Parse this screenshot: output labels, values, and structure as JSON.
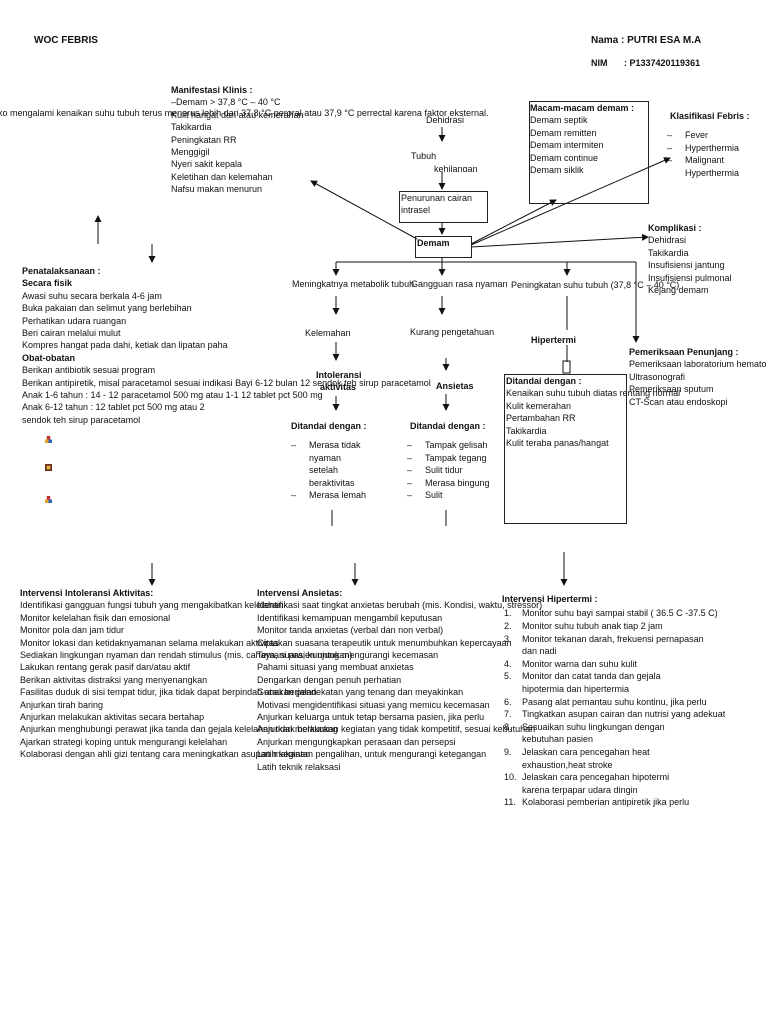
{
  "header": {
    "title": "WOC FEBRIS",
    "nama_label": "Nama : PUTRI ESA M.A",
    "nim_label": "NIM",
    "nim_value": ": P1337420119361"
  },
  "definition": "ko mengalami kenaikan suhu tubuh terus menerus lebih dari 37,8 °C peroral atau 37,9 °C perrectal karena faktor eksternal.",
  "manifestasi": {
    "title": "Manifestasi Klinis :",
    "items": [
      "–Demam > 37,8 °C – 40 °C",
      "Kulit hangat dan atau kemerahan",
      "Takikardia",
      "Peningkatan RR",
      "Menggigil",
      "Nyeri sakit kepala",
      "Keletihan dan kelemahan",
      "Nafsu makan menurun"
    ]
  },
  "flow": {
    "dehidrasi": "Dehidrasi",
    "tubuh": "Tubuh",
    "kehilangan": "kehilangan",
    "penurunan": [
      "Penurunan cairan",
      "intrasel"
    ],
    "demam": "Demam",
    "metabolik": "Meningkatnya metabolik tubuh",
    "gangguan": "Gangguan rasa nyaman",
    "peningkatan_suhu": "Peningkatan suhu tubuh (37,8 °C – 40 °C)",
    "kelemahan": "Kelemahan",
    "kurang_pengetahuan": "Kurang pengetahuan",
    "hipertermi": "Hipertermi",
    "intoleransi": [
      "Intoleransi",
      "aktivitas"
    ],
    "ansietas": "Ansietas"
  },
  "macam_demam": {
    "title": "Macam-macam demam :",
    "items": [
      "Demam septik",
      "Demam remitten",
      "Demam intermiten",
      "Demam continue",
      "Demam siklik"
    ]
  },
  "klasifikasi": {
    "title": "Klasifikasi Febris :",
    "items": [
      "Fever",
      "Hyperthermia",
      "Malignant Hyperthermia"
    ]
  },
  "komplikasi": {
    "title": "Komplikasi :",
    "items": [
      "Dehidrasi",
      "Takikardia",
      "Insufisiensi jantung",
      "Insufisiensi pulmonal",
      "Kejang demam"
    ]
  },
  "penunjang": {
    "title": "Pemeriksaan Penunjang :",
    "items": [
      "Pemeriksaan laboratorium hemato",
      "Ultrasonografi",
      "Pemeriksaan sputum",
      "CT-Scan atau endoskopi"
    ]
  },
  "penatalaksanaan": {
    "title": "Penatalaksanaan :",
    "fisik_title": "Secara fisik",
    "fisik": [
      "Awasi suhu secara berkala 4-6 jam",
      "Buka pakaian dan selimut yang berlebihan",
      "Perhatikan udara ruangan",
      "Beri cairan melalui mulut",
      "Kompres hangat pada dahi, ketiak dan lipatan paha"
    ],
    "obat_title": "Obat-obatan",
    "obat": [
      "Berikan antibiotik sesuai program",
      "Berikan antipiretik, misal paracetamol sesuai indikasi Bayi 6-12 bulan  12 sendok teh sirup paracetamol",
      "Anak 1-6 tahun : 14 - 12 paracetamol 500 mg atau 1-1 12 tablet pct 500 mg",
      "Anak 6-12 tahun : 12 tablet pct 500 mg atau 2",
      "sendok teh sirup paracetamol"
    ]
  },
  "ditandai_intoleransi": {
    "title": "Ditandai dengan :",
    "items": [
      "Merasa tidak",
      "nyaman",
      "setelah",
      "beraktivitas",
      "Merasa lemah"
    ]
  },
  "ditandai_ansietas": {
    "title": "Ditandai dengan :",
    "items": [
      "Tampak gelisah",
      "Tampak tegang",
      "Sulit tidur",
      "Merasa bingung",
      "Sulit"
    ]
  },
  "ditandai_hipertermi": {
    "title": "Ditandai dengan :",
    "items": [
      "Kenaikan suhu tubuh diatas rentang normal",
      "Kulit kemerahan",
      "Pertambahan RR",
      "Takikardia",
      "Kulit teraba panas/hangat"
    ]
  },
  "intervensi_intoleransi": {
    "title": "Intervensi Intoleransi Aktivitas:",
    "items": [
      "Identifikasi gangguan fungsi tubuh yang mengakibatkan kelelahan",
      "Monitor kelelahan fisik dan emosional",
      "Monitor pola dan jam tidur",
      "Monitor lokasi dan ketidaknyamanan selama melakukan aktivitas",
      "Sediakan lingkungan nyaman dan rendah stimulus (mis. cahaya, suara, kunjungan)",
      "Lakukan rentang gerak pasif dan/atau aktif",
      "Berikan aktivitas distraksi yang menyenangkan",
      "Fasilitas duduk di sisi tempat tidur, jika tidak dapat berpindah atau berjalan",
      "Anjurkan tirah baring",
      "Anjurkan melakukan aktivitas secara bertahap",
      "Anjurkan menghubungi perawat jika tanda dan gejala kelelahan tidak berkurang",
      "Ajarkan strategi koping untuk mengurangi kelelahan",
      "Kolaborasi dengan ahli gizi tentang cara meningkatkan asupan makanan"
    ]
  },
  "intervensi_ansietas": {
    "title": "Intervensi Ansietas:",
    "items": [
      "Identifikasi saat tingkat anxietas berubah (mis. Kondisi, waktu, stressor)",
      "Identifikasi kemampuan mengambil keputusan",
      "Monitor tanda anxietas (verbal dan non verbal)",
      "Ciptakan suasana terapeutik untuk menumbuhkan kepercayaan",
      "Temani pasien untuk mengurangi kecemasan",
      "Pahami situasi yang membuat anxietas",
      "Dengarkan dengan penuh perhatian",
      "Gunakan pendekatan yang tenang dan meyakinkan",
      "Motivasi mengidentifikasi situasi yang memicu kecemasan",
      "Anjurkan keluarga untuk tetap bersama pasien, jika perlu",
      "Anjurkan melakukan kegiatan yang tidak kompetitif, sesuai kebutuhan",
      "Anjurkan mengungkapkan perasaan dan persepsi",
      "Latih kegiatan pengalihan, untuk mengurangi ketegangan",
      "Latih teknik relaksasi"
    ]
  },
  "intervensi_hipertermi": {
    "title": "Intervensi Hipertermi :",
    "items": [
      [
        "1.",
        "Monitor suhu bayi sampai stabil ( 36.5 C -37.5 C)"
      ],
      [
        "2.",
        "Monitor suhu tubuh anak tiap 2 jam"
      ],
      [
        "3.",
        "Monitor tekanan darah, frekuensi pernapasan",
        "dan nadi"
      ],
      [
        "4.",
        "Monitor warna dan suhu kulit"
      ],
      [
        "5.",
        "Monitor dan catat tanda dan gejala",
        "hipotermia dan hipertermia"
      ],
      [
        "6.",
        "Pasang alat pemantau suhu kontinu, jika perlu"
      ],
      [
        "7.",
        "Tingkatkan asupan cairan dan nutrisi yang adekuat"
      ],
      [
        "8.",
        "Sesuaikan suhu lingkungan dengan",
        "kebutuhan pasien"
      ],
      [
        "9.",
        "Jelaskan cara pencegahan heat",
        "exhaustion,heat stroke"
      ],
      [
        "10.",
        "Jelaskan cara pencegahan hipotermi",
        "karena terpapar udara dingin"
      ],
      [
        "11.",
        "Kolaborasi pemberian antipiretik jika perlu"
      ]
    ]
  }
}
